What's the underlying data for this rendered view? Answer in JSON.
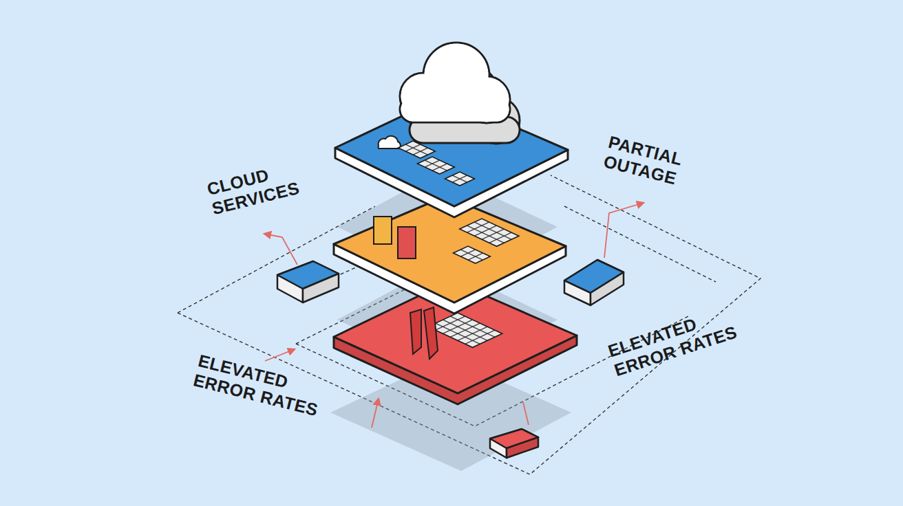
{
  "diagram": {
    "labels": [
      "CLOUD SERVICES",
      "PARTIAL OUTAGE",
      "ELEVATED ERROR RATES",
      "ELEVATED ERROR RATES"
    ]
  }
}
